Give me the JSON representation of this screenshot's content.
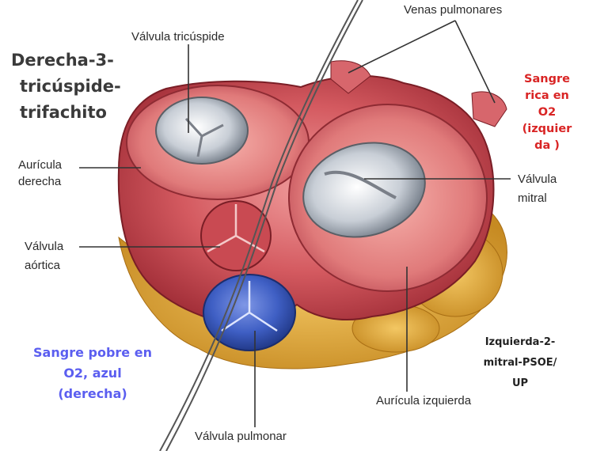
{
  "labels": {
    "venas_pulmonares": "Venas pulmonares",
    "valvula_tricuspide": "Válvula tricúspide",
    "auricula_derecha_1": "Aurícula",
    "auricula_derecha_2": "derecha",
    "valvula_mitral_1": "Válvula",
    "valvula_mitral_2": "mitral",
    "valvula_aortica_1": "Válvula",
    "valvula_aortica_2": "aórtica",
    "auricula_izquierda": "Aurícula izquierda",
    "valvula_pulmonar": "Válvula pulmonar"
  },
  "notes": {
    "derecha_1": "Derecha-3-",
    "derecha_2": "tricúspide-",
    "derecha_3": "trifachito",
    "sangre_rica_1": "Sangre",
    "sangre_rica_2": "rica en",
    "sangre_rica_3": "O2",
    "sangre_rica_4": "(izquier",
    "sangre_rica_5": "da )",
    "sangre_pobre_1": "Sangre pobre en",
    "sangre_pobre_2": "O2, azul",
    "sangre_pobre_3": "(derecha)",
    "izquierda_1": "Izquierda-2-",
    "izquierda_2": "mitral-PSOE/",
    "izquierda_3": "UP"
  },
  "colors": {
    "tissue": "#c9464f",
    "tissue_light": "#e88a8a",
    "fat": "#e0a83a",
    "pulmonary_valve": "#3f63c9",
    "red_note": "#d92424",
    "blue_note": "#5b5ef0"
  }
}
